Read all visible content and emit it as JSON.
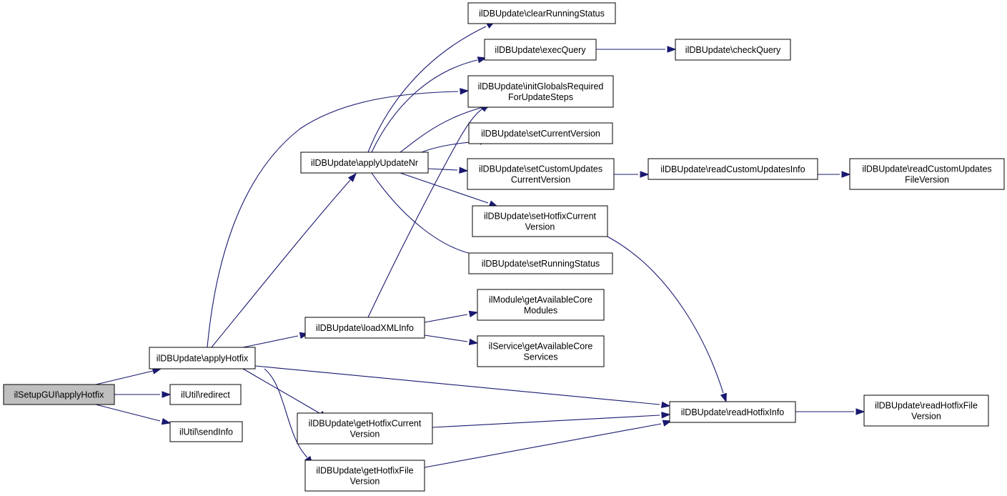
{
  "colors": {
    "edge": "#191970",
    "root_fill": "#bfbfbf",
    "node_fill": "#ffffff",
    "node_border": "#000000"
  },
  "nodes": [
    {
      "id": "n_setupgui",
      "lines": [
        "ilSetupGUI\\applyHotfix"
      ],
      "root": true
    },
    {
      "id": "n_applyhotfix",
      "lines": [
        "ilDBUpdate\\applyHotfix"
      ]
    },
    {
      "id": "n_redirect",
      "lines": [
        "ilUtil\\redirect"
      ]
    },
    {
      "id": "n_sendinfo",
      "lines": [
        "ilUtil\\sendInfo"
      ]
    },
    {
      "id": "n_applyupdatenr",
      "lines": [
        "ilDBUpdate\\applyUpdateNr"
      ]
    },
    {
      "id": "n_loadxmlinfo",
      "lines": [
        "ilDBUpdate\\loadXMLInfo"
      ]
    },
    {
      "id": "n_gethotfixcurrent",
      "lines": [
        "ilDBUpdate\\getHotfixCurrent",
        "Version"
      ]
    },
    {
      "id": "n_gethotfixfile",
      "lines": [
        "ilDBUpdate\\getHotfixFile",
        "Version"
      ]
    },
    {
      "id": "n_clearrunning",
      "lines": [
        "ilDBUpdate\\clearRunningStatus"
      ]
    },
    {
      "id": "n_execquery",
      "lines": [
        "ilDBUpdate\\execQuery"
      ]
    },
    {
      "id": "n_initglobals",
      "lines": [
        "ilDBUpdate\\initGlobalsRequired",
        "ForUpdateSteps"
      ]
    },
    {
      "id": "n_setcurrentversion",
      "lines": [
        "ilDBUpdate\\setCurrentVersion"
      ]
    },
    {
      "id": "n_setcustomupdates",
      "lines": [
        "ilDBUpdate\\setCustomUpdates",
        "CurrentVersion"
      ]
    },
    {
      "id": "n_sethotfixcurrent",
      "lines": [
        "ilDBUpdate\\setHotfixCurrent",
        "Version"
      ]
    },
    {
      "id": "n_setrunning",
      "lines": [
        "ilDBUpdate\\setRunningStatus"
      ]
    },
    {
      "id": "n_getavailmodules",
      "lines": [
        "ilModule\\getAvailableCore",
        "Modules"
      ]
    },
    {
      "id": "n_getavailservices",
      "lines": [
        "ilService\\getAvailableCore",
        "Services"
      ]
    },
    {
      "id": "n_checkquery",
      "lines": [
        "ilDBUpdate\\checkQuery"
      ]
    },
    {
      "id": "n_readcustominfo",
      "lines": [
        "ilDBUpdate\\readCustomUpdatesInfo"
      ]
    },
    {
      "id": "n_readcustomfile",
      "lines": [
        "ilDBUpdate\\readCustomUpdates",
        "FileVersion"
      ]
    },
    {
      "id": "n_readhotfixinfo",
      "lines": [
        "ilDBUpdate\\readHotfixInfo"
      ]
    },
    {
      "id": "n_readhotfixfile",
      "lines": [
        "ilDBUpdate\\readHotfixFile",
        "Version"
      ]
    }
  ],
  "edges": [
    [
      "n_setupgui",
      "n_applyhotfix"
    ],
    [
      "n_setupgui",
      "n_redirect"
    ],
    [
      "n_setupgui",
      "n_sendinfo"
    ],
    [
      "n_applyhotfix",
      "n_applyupdatenr"
    ],
    [
      "n_applyhotfix",
      "n_initglobals"
    ],
    [
      "n_applyhotfix",
      "n_loadxmlinfo"
    ],
    [
      "n_applyhotfix",
      "n_gethotfixcurrent"
    ],
    [
      "n_applyhotfix",
      "n_gethotfixfile"
    ],
    [
      "n_applyhotfix",
      "n_readhotfixinfo"
    ],
    [
      "n_applyupdatenr",
      "n_clearrunning"
    ],
    [
      "n_applyupdatenr",
      "n_execquery"
    ],
    [
      "n_applyupdatenr",
      "n_initglobals"
    ],
    [
      "n_applyupdatenr",
      "n_setcurrentversion"
    ],
    [
      "n_applyupdatenr",
      "n_setcustomupdates"
    ],
    [
      "n_applyupdatenr",
      "n_sethotfixcurrent"
    ],
    [
      "n_applyupdatenr",
      "n_setrunning"
    ],
    [
      "n_loadxmlinfo",
      "n_initglobals"
    ],
    [
      "n_loadxmlinfo",
      "n_getavailmodules"
    ],
    [
      "n_loadxmlinfo",
      "n_getavailservices"
    ],
    [
      "n_execquery",
      "n_checkquery"
    ],
    [
      "n_setcustomupdates",
      "n_readcustominfo"
    ],
    [
      "n_readcustominfo",
      "n_readcustomfile"
    ],
    [
      "n_sethotfixcurrent",
      "n_readhotfixinfo"
    ],
    [
      "n_gethotfixcurrent",
      "n_readhotfixinfo"
    ],
    [
      "n_gethotfixfile",
      "n_readhotfixinfo"
    ],
    [
      "n_readhotfixinfo",
      "n_readhotfixfile"
    ]
  ]
}
